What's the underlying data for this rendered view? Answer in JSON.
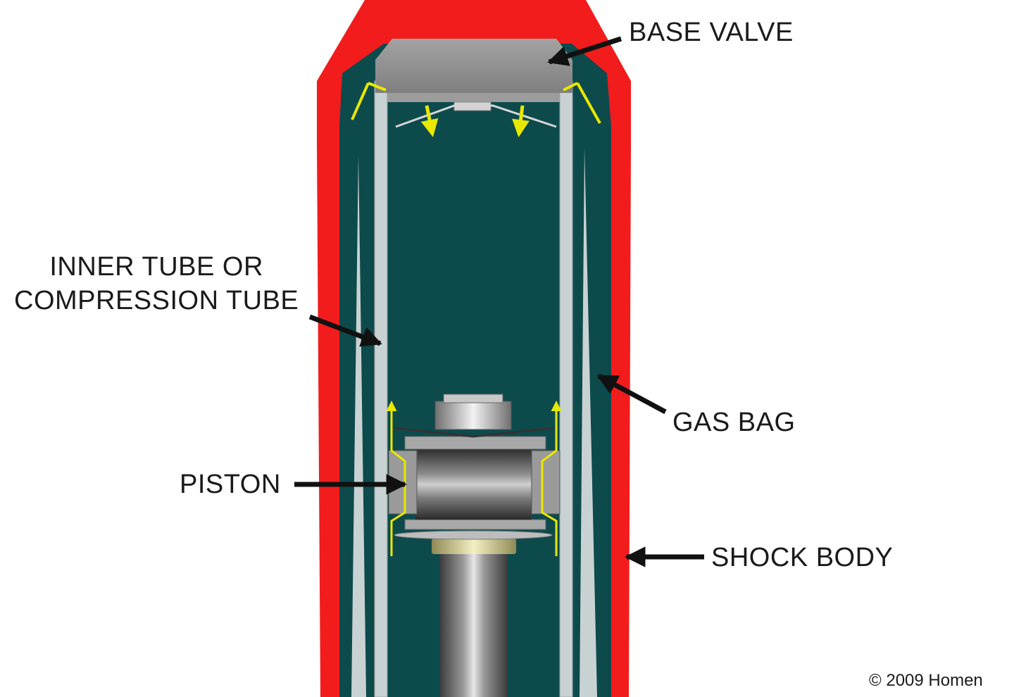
{
  "labels": {
    "base_valve": "BASE VALVE",
    "inner_tube_line1": "INNER TUBE OR",
    "inner_tube_line2": "COMPRESSION TUBE",
    "gas_bag": "GAS BAG",
    "piston": "PISTON",
    "shock_body": "SHOCK BODY"
  },
  "copyright": "© 2009 Homen",
  "colors": {
    "shock_body": "#f21c1c",
    "fluid": "#0d4a4c",
    "tube": "#c9d2d3",
    "valve": "#8a8a8a",
    "flow_arrows": "#e8e800",
    "callout_arrows": "#111111"
  }
}
